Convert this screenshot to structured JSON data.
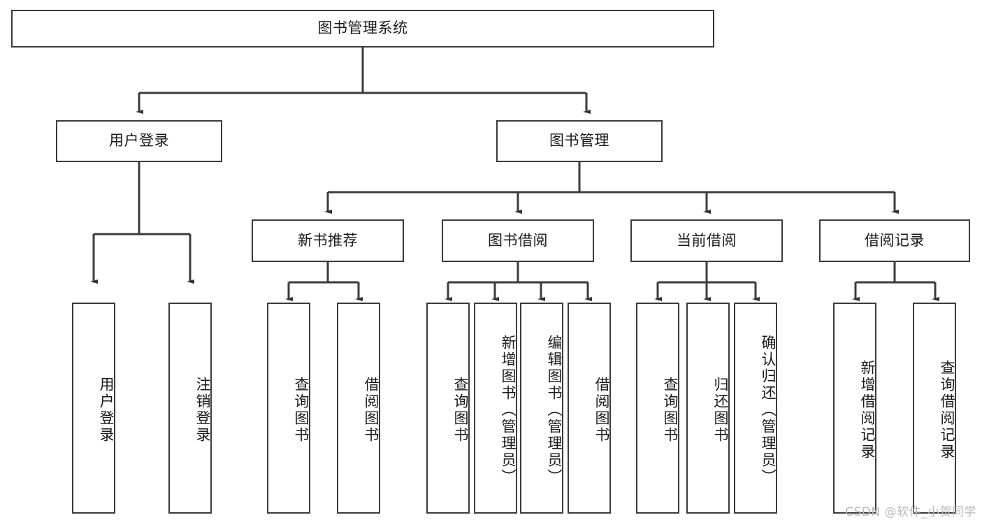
{
  "diagram": {
    "title": "图书管理系统",
    "type": "tree-hierarchy",
    "watermark": "CSDN @软件_小贺同学",
    "colors": {
      "stroke": "#3b3b3b",
      "arrow": "#333333",
      "box_fill": "#ffffff",
      "text": "#1a1a1a",
      "background": "#ffffff",
      "watermark": "#b9b9b9"
    },
    "levels": {
      "root": {
        "label": "图书管理系统"
      },
      "level2": [
        {
          "id": "user-login",
          "label": "用户登录"
        },
        {
          "id": "book-manage",
          "label": "图书管理"
        }
      ],
      "level3": [
        {
          "id": "new-book-recommend",
          "label": "新书推荐",
          "parent": "book-manage"
        },
        {
          "id": "book-borrow",
          "label": "图书借阅",
          "parent": "book-manage"
        },
        {
          "id": "current-borrow",
          "label": "当前借阅",
          "parent": "book-manage"
        },
        {
          "id": "borrow-record",
          "label": "借阅记录",
          "parent": "book-manage"
        }
      ],
      "leaves": [
        {
          "id": "leaf-user-login",
          "label": "用户登录",
          "parent": "user-login"
        },
        {
          "id": "leaf-logout-login",
          "label": "注销登录",
          "parent": "user-login"
        },
        {
          "id": "leaf-query-book-1",
          "label": "查询图书",
          "parent": "new-book-recommend"
        },
        {
          "id": "leaf-borrow-book-1",
          "label": "借阅图书",
          "parent": "new-book-recommend"
        },
        {
          "id": "leaf-query-book-2",
          "label": "查询图书",
          "parent": "book-borrow"
        },
        {
          "id": "leaf-add-book",
          "label": "新增图书（管理员）",
          "parent": "book-borrow"
        },
        {
          "id": "leaf-edit-book",
          "label": "编辑图书（管理员）",
          "parent": "book-borrow"
        },
        {
          "id": "leaf-borrow-book-2",
          "label": "借阅图书",
          "parent": "book-borrow"
        },
        {
          "id": "leaf-query-book-3",
          "label": "查询图书",
          "parent": "current-borrow"
        },
        {
          "id": "leaf-return-book",
          "label": "归还图书",
          "parent": "current-borrow"
        },
        {
          "id": "leaf-confirm-return",
          "label": "确认归还（管理员）",
          "parent": "current-borrow"
        },
        {
          "id": "leaf-add-record",
          "label": "新增借阅记录",
          "parent": "borrow-record"
        },
        {
          "id": "leaf-query-record",
          "label": "查询借阅记录",
          "parent": "borrow-record"
        }
      ]
    }
  }
}
